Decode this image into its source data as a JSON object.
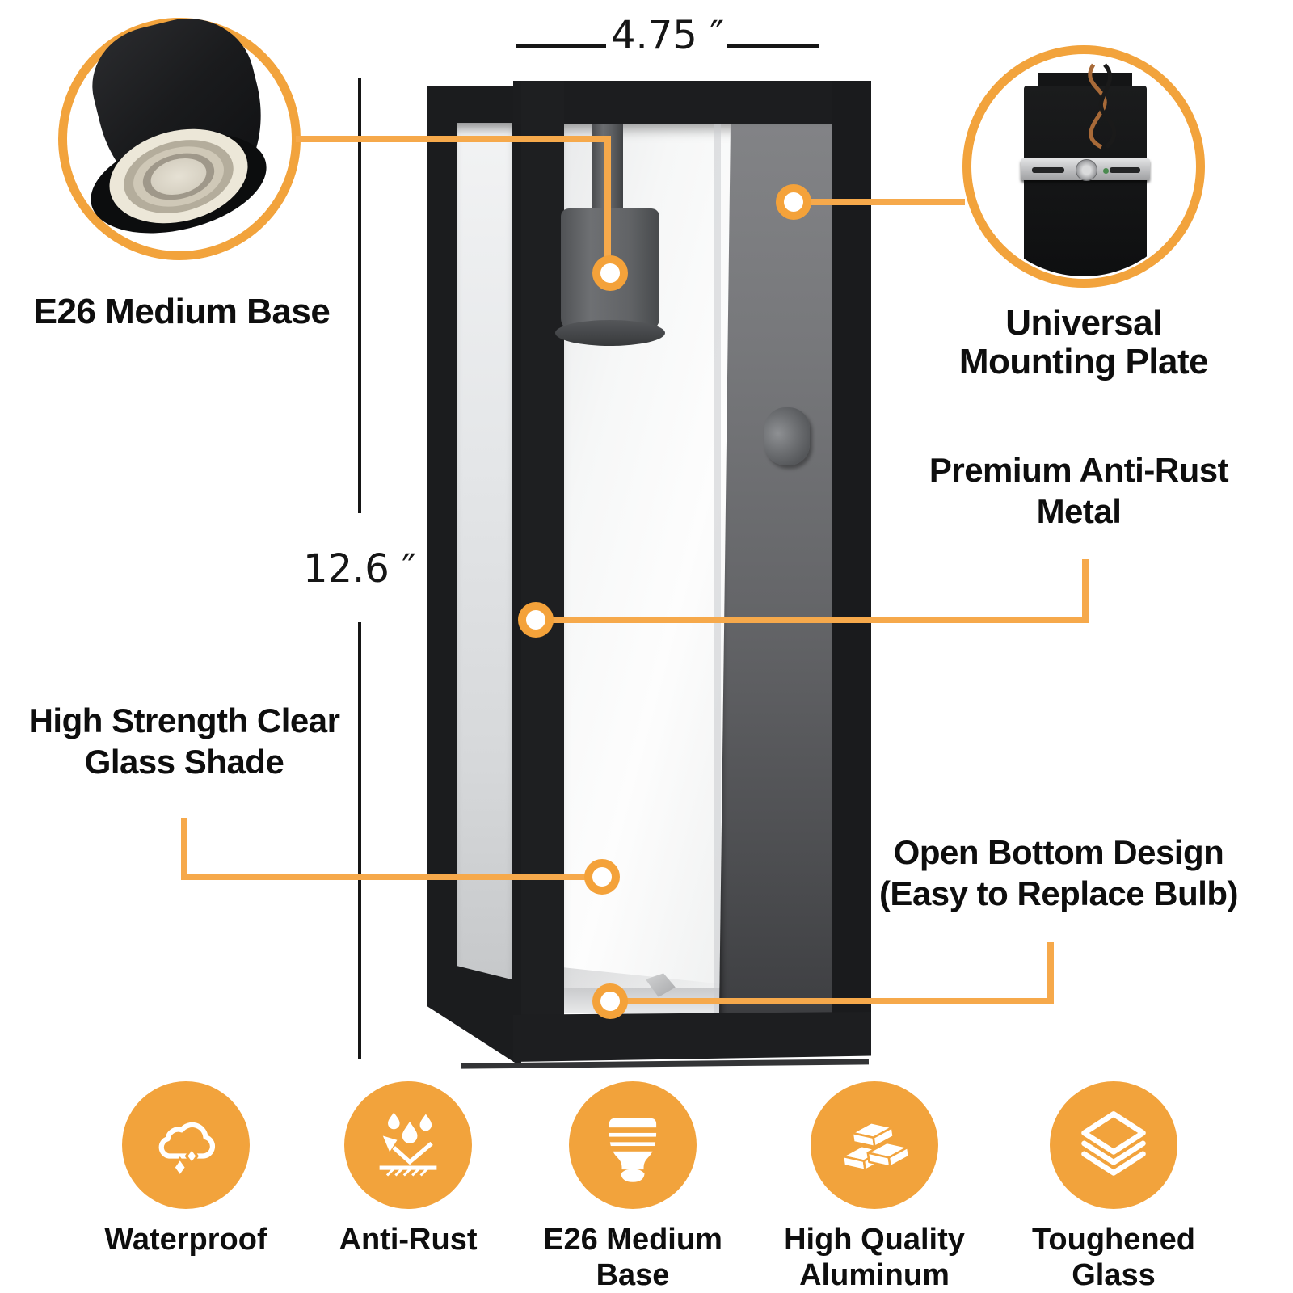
{
  "colors": {
    "accent": "#F2A33C",
    "connector": "#F6A94B",
    "frame_black": "#1B1C1E",
    "text": "#0E0E0E"
  },
  "dimensions": {
    "width_label": "4.75 ″",
    "height_label": "12.6 ″"
  },
  "insets": {
    "e26": {
      "label": "E26 Medium Base"
    },
    "mounting": {
      "line1": "Universal",
      "line2": "Mounting Plate"
    }
  },
  "callouts": {
    "premium": {
      "line1": "Premium Anti-Rust",
      "line2": "Metal"
    },
    "glass": {
      "line1": "High Strength Clear",
      "line2": "Glass Shade"
    },
    "open_bottom": {
      "line1": "Open Bottom Design",
      "line2": "(Easy to Replace Bulb)"
    }
  },
  "features": [
    {
      "icon": "waterproof-icon",
      "line1": "Waterproof",
      "line2": ""
    },
    {
      "icon": "anti-rust-icon",
      "line1": "Anti-Rust",
      "line2": ""
    },
    {
      "icon": "e26-base-icon",
      "line1": "E26 Medium",
      "line2": "Base"
    },
    {
      "icon": "aluminum-icon",
      "line1": "High Quality",
      "line2": "Aluminum"
    },
    {
      "icon": "toughened-glass-icon",
      "line1": "Toughened",
      "line2": "Glass"
    }
  ]
}
